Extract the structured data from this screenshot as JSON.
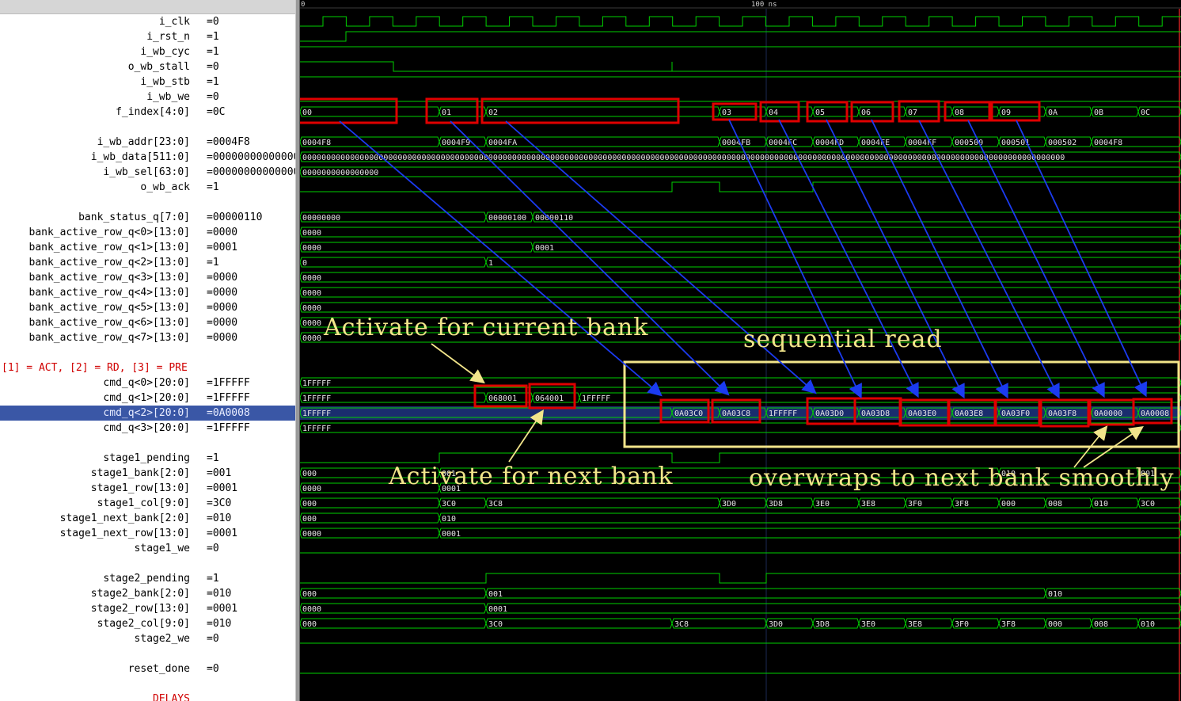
{
  "window": {
    "timeline": {
      "start_label": "0",
      "mid_label": "100 ns"
    }
  },
  "signals": [
    {
      "row": 1,
      "name": "i_clk",
      "value": "=0"
    },
    {
      "row": 2,
      "name": "i_rst_n",
      "value": "=1"
    },
    {
      "row": 3,
      "name": "i_wb_cyc",
      "value": "=1"
    },
    {
      "row": 4,
      "name": "o_wb_stall",
      "value": "=0"
    },
    {
      "row": 5,
      "name": "i_wb_stb",
      "value": "=1"
    },
    {
      "row": 6,
      "name": "i_wb_we",
      "value": "=0"
    },
    {
      "row": 7,
      "name": "f_index[4:0]",
      "value": "=0C"
    },
    {
      "row": 9,
      "name": "i_wb_addr[23:0]",
      "value": "=0004F8"
    },
    {
      "row": 10,
      "name": "i_wb_data[511:0]",
      "value": "=000000000000000"
    },
    {
      "row": 11,
      "name": "i_wb_sel[63:0]",
      "value": "=000000000000000"
    },
    {
      "row": 12,
      "name": "o_wb_ack",
      "value": "=1"
    },
    {
      "row": 14,
      "name": "bank_status_q[7:0]",
      "value": "=00000110"
    },
    {
      "row": 15,
      "name": "bank_active_row_q<0>[13:0]",
      "value": "=0000"
    },
    {
      "row": 16,
      "name": "bank_active_row_q<1>[13:0]",
      "value": "=0001"
    },
    {
      "row": 17,
      "name": "bank_active_row_q<2>[13:0]",
      "value": "=1"
    },
    {
      "row": 18,
      "name": "bank_active_row_q<3>[13:0]",
      "value": "=0000"
    },
    {
      "row": 19,
      "name": "bank_active_row_q<4>[13:0]",
      "value": "=0000"
    },
    {
      "row": 20,
      "name": "bank_active_row_q<5>[13:0]",
      "value": "=0000"
    },
    {
      "row": 21,
      "name": "bank_active_row_q<6>[13:0]",
      "value": "=0000"
    },
    {
      "row": 22,
      "name": "bank_active_row_q<7>[13:0]",
      "value": "=0000"
    },
    {
      "row": 25,
      "name": "cmd_q<0>[20:0]",
      "value": "=1FFFFF"
    },
    {
      "row": 26,
      "name": "cmd_q<1>[20:0]",
      "value": "=1FFFFF"
    },
    {
      "row": 27,
      "name": "cmd_q<2>[20:0]",
      "value": "=0A0008",
      "selected": true
    },
    {
      "row": 28,
      "name": "cmd_q<3>[20:0]",
      "value": "=1FFFFF"
    },
    {
      "row": 30,
      "name": "stage1_pending",
      "value": "=1"
    },
    {
      "row": 31,
      "name": "stage1_bank[2:0]",
      "value": "=001"
    },
    {
      "row": 32,
      "name": "stage1_row[13:0]",
      "value": "=0001"
    },
    {
      "row": 33,
      "name": "stage1_col[9:0]",
      "value": "=3C0"
    },
    {
      "row": 34,
      "name": "stage1_next_bank[2:0]",
      "value": "=010"
    },
    {
      "row": 35,
      "name": "stage1_next_row[13:0]",
      "value": "=0001"
    },
    {
      "row": 36,
      "name": "stage1_we",
      "value": "=0"
    },
    {
      "row": 38,
      "name": "stage2_pending",
      "value": "=1"
    },
    {
      "row": 39,
      "name": "stage2_bank[2:0]",
      "value": "=010"
    },
    {
      "row": 40,
      "name": "stage2_row[13:0]",
      "value": "=0001"
    },
    {
      "row": 41,
      "name": "stage2_col[9:0]",
      "value": "=010"
    },
    {
      "row": 42,
      "name": "stage2_we",
      "value": "=0"
    },
    {
      "row": 44,
      "name": "reset_done",
      "value": "=0"
    }
  ],
  "comment_rows": {
    "cmd_comment": "[1] = ACT, [2] = RD, [3] = PRE",
    "delays": "DELAYS"
  },
  "annotations": {
    "activate_current": "Activate  for  current  bank",
    "sequential_read": "sequential  read",
    "activate_next": "Activate  for  next  bank",
    "overwraps": "overwraps  to  next  bank  smoothly"
  },
  "bus_values": {
    "f_index": [
      "00",
      "01",
      "02",
      "03",
      "04",
      "05",
      "06",
      "07",
      "08",
      "09",
      "0A",
      "0B",
      "0C"
    ],
    "i_wb_addr": [
      "0004F8",
      "0004F9",
      "0004FA",
      "0004FB",
      "0004FC",
      "0004FD",
      "0004FE",
      "0004FF",
      "000500",
      "000501",
      "000502",
      "0004F8"
    ],
    "i_wb_data": "0000000000000000000000000000000000000000000000000000000000000000000000000000000000000000000000000000000000000000000000000000000000000000000000000000000000000000",
    "i_wb_sel": "0000000000000000",
    "bank_status_q": [
      "00000000",
      "00000100",
      "00000110"
    ],
    "bank_active_row_q1": [
      "0000",
      "0001"
    ],
    "bank_active_row_q2": [
      "0",
      "1"
    ],
    "bank_active_row_zero": "0000",
    "cmd_q0": "1FFFFF",
    "cmd_q1": [
      "1FFFFF",
      "068001",
      "064001",
      "1FFFFF"
    ],
    "cmd_q2": [
      "1FFFFF",
      "0A03C0",
      "0A03C8",
      "1FFFFF",
      "0A03D0",
      "0A03D8",
      "0A03E0",
      "0A03E8",
      "0A03F0",
      "0A03F8",
      "0A0000",
      "0A0008"
    ],
    "cmd_q3": "1FFFFF",
    "stage1_bank": [
      "000",
      "001",
      "010",
      "001"
    ],
    "stage1_row": [
      "0000",
      "0001"
    ],
    "stage1_col": [
      "000",
      "3C0",
      "3C8",
      "3D0",
      "3D8",
      "3E0",
      "3E8",
      "3F0",
      "3F8",
      "000",
      "008",
      "010",
      "3C0"
    ],
    "stage1_next_bank": [
      "000",
      "010"
    ],
    "stage1_next_row": [
      "0000",
      "0001"
    ],
    "stage2_bank": [
      "000",
      "001",
      "010"
    ],
    "stage2_row": [
      "0000",
      "0001"
    ],
    "stage2_col": [
      "000",
      "3C0",
      "3C8",
      "3D0",
      "3D8",
      "3E0",
      "3E8",
      "3F0",
      "3F8",
      "000",
      "008",
      "010"
    ]
  },
  "colors": {
    "wave": "#00d000",
    "highlight_box": "#e00000",
    "annotation": "#f2e58a",
    "arrow": "#1b3bf0",
    "selection": "#3a57a6"
  }
}
